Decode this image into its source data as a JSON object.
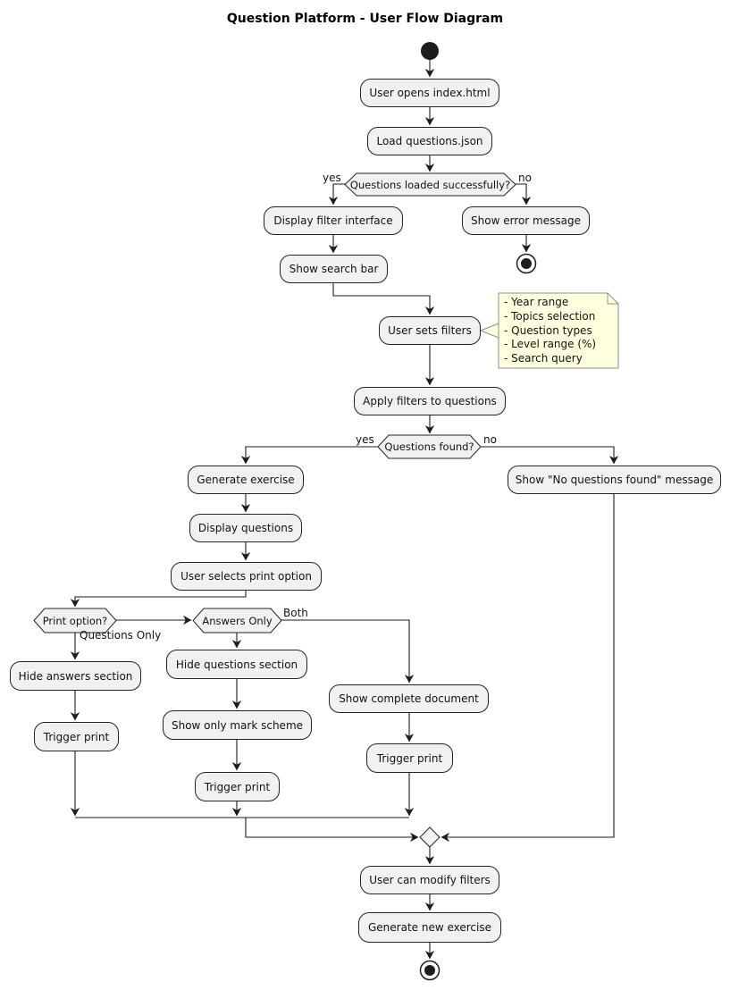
{
  "title": "Question Platform - User Flow Diagram",
  "nodes": {
    "open_index": "User opens index.html",
    "load_json": "Load questions.json",
    "display_filter": "Display filter interface",
    "show_error": "Show error message",
    "show_search": "Show search bar",
    "set_filters": "User sets filters",
    "apply_filters": "Apply filters to questions",
    "generate_exercise": "Generate exercise",
    "no_questions": "Show \"No questions found\" message",
    "display_questions": "Display questions",
    "select_print": "User selects print option",
    "hide_answers": "Hide answers section",
    "hide_questions": "Hide questions section",
    "show_mark_scheme": "Show only mark scheme",
    "show_complete": "Show complete document",
    "trigger_print_left": "Trigger print",
    "trigger_print_mid": "Trigger print",
    "trigger_print_right": "Trigger print",
    "modify_filters": "User can modify filters",
    "generate_new": "Generate new exercise"
  },
  "decisions": {
    "loaded": "Questions loaded successfully?",
    "found": "Questions found?",
    "print_option": "Print option?",
    "answers_only": "Answers Only"
  },
  "edge_labels": {
    "loaded_yes": "yes",
    "loaded_no": "no",
    "found_yes": "yes",
    "found_no": "no",
    "questions_only": "Questions Only",
    "both": "Both"
  },
  "note": {
    "text": "- Year range\n- Topics selection\n- Question types\n- Level range (%)\n- Search query"
  },
  "colors": {
    "background": "#FFFFFF",
    "node_fill": "#F1F1F1",
    "node_border": "#232323",
    "line": "#1D1D1D",
    "note_fill": "#FEFFDD",
    "note_border": "#8F8F8F",
    "text": "#121212"
  }
}
